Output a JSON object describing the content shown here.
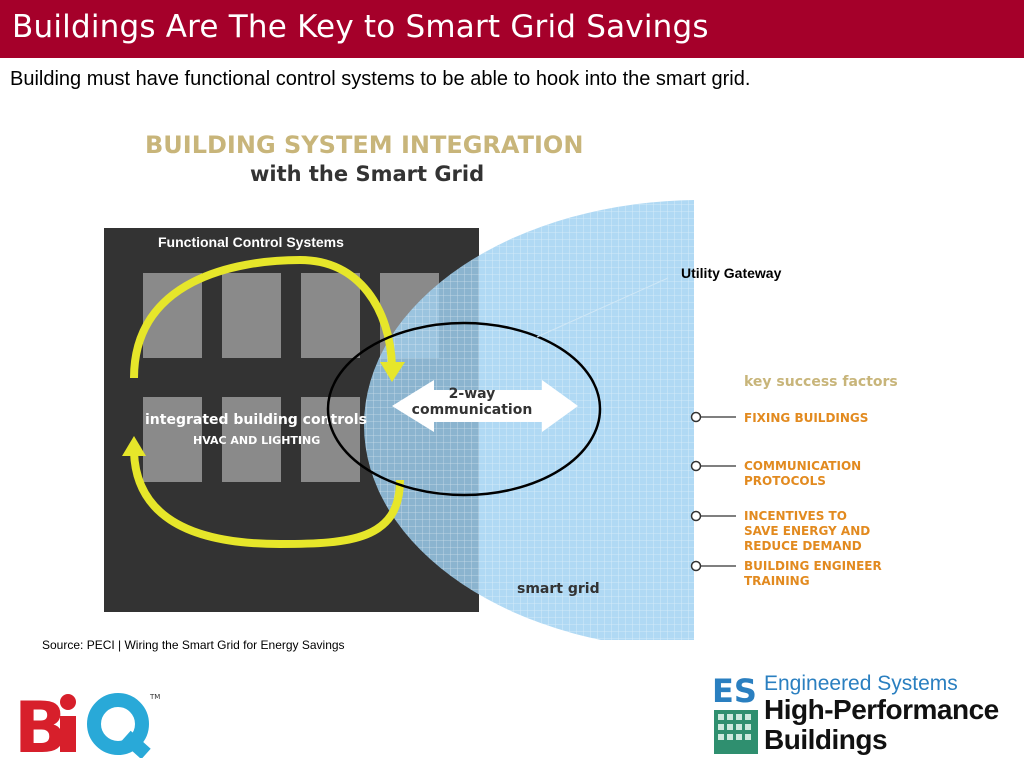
{
  "slide": {
    "title": "Buildings Are The Key to Smart Grid Savings",
    "subtitle": "Building must have functional control systems to be able to hook into the smart grid.",
    "source": "Source: PECI | Wiring the Smart Grid for Energy Savings"
  },
  "figure": {
    "heading_line1": "BUILDING SYSTEM INTEGRATION",
    "heading_line2": "with the Smart Grid",
    "panel_label": "Functional Control Systems",
    "integrated_label": "integrated building controls",
    "hvac_label": "HVAC AND LIGHTING",
    "comm_line1": "2-way",
    "comm_line2": "communication",
    "gateway_label": "Utility Gateway",
    "smart_grid_label": "smart grid",
    "factors_title": "key success factors",
    "factors": [
      {
        "lines": [
          "FIXING BUILDINGS"
        ]
      },
      {
        "lines": [
          "COMMUNICATION",
          "PROTOCOLS"
        ]
      },
      {
        "lines": [
          "INCENTIVES TO",
          "SAVE ENERGY AND",
          "REDUCE DEMAND"
        ]
      },
      {
        "lines": [
          "BUILDING ENGINEER",
          "TRAINING"
        ]
      }
    ]
  },
  "logos": {
    "biq_text": "BiQ",
    "biq_tm": "TM",
    "es_initials": "ES",
    "es_name": "Engineered Systems",
    "hpb_line1": "High-Performance",
    "hpb_line2": "Buildings"
  },
  "colors": {
    "title_bar": "#a5002a",
    "heading_tan": "#c8b57a",
    "panel_dark": "#333333",
    "grid_blue": "#9fd1f1",
    "arrow_yellow": "#e6e62a",
    "factor_orange": "#e28a1f",
    "biq_red": "#d71f2b",
    "biq_blue": "#29a9d8",
    "es_blue": "#2a7fc0"
  }
}
